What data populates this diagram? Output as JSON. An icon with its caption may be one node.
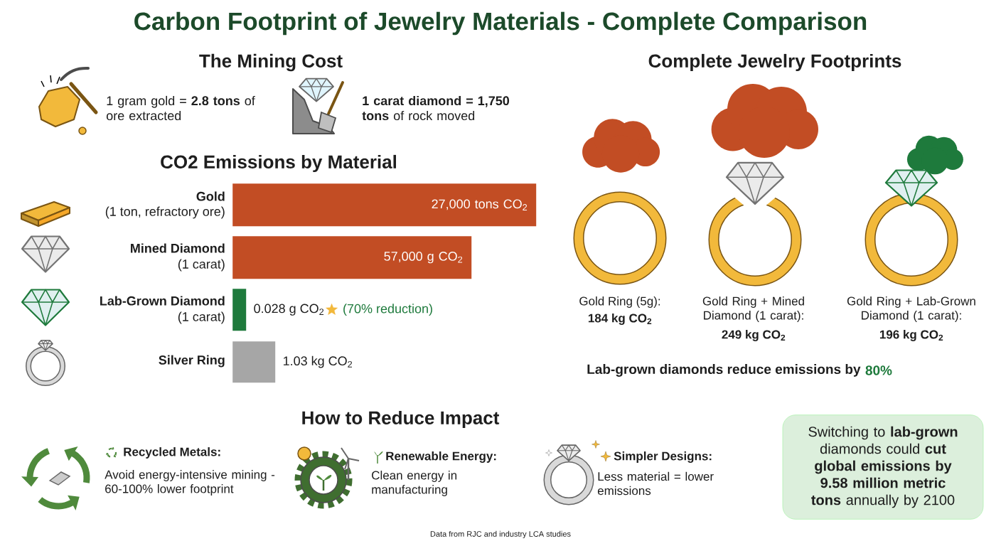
{
  "diagram": {
    "title": "Carbon Footprint of Jewelry Materials - Complete Comparison",
    "caption": "Data from RJC and industry LCA studies",
    "nodes": [
      {
        "text": [
          "27,000 tons CO$_{2}$"
        ]
      },
      {
        "text": [
          "57,000 g CO$_{2}$"
        ]
      },
      {
        "text": [],
        "shape": "bar",
        "beside": [
          "0.028 g CO$_{2}$",
          "(70% reduction)"
        ]
      },
      {
        "text": [],
        "shape": "bar",
        "beside": [
          "1.03 kg CO$_{2}$"
        ]
      },
      {
        "text": [
          "Switching to **lab-grown** diamonds could **cut global emissions by 9.58 million metric tons** annually by 2100"
        ]
      }
    ],
    "labels": [
      "The Mining Cost",
      "1 gram gold = **2.8 tons** of ore extracted",
      "**1 carat diamond = 1,750 tons** of rock moved",
      "CO2 Emissions by Material",
      "Gold",
      "(1 ton, refractory ore)",
      "Mined Diamond",
      "(1 carat)",
      "Lab-Grown Diamond",
      "(1 carat)",
      "Silver Ring",
      "Complete Jewelry Footprints",
      "Gold Ring (5g):",
      "184 kg CO$_{2}$",
      "Gold Ring + Mined Diamond (1 carat):",
      "249 kg CO$_{2}$",
      "Gold Ring + Lab-Grown Diamond (1 carat):",
      "196 kg CO$_{2}$",
      "Lab-grown diamonds reduce emissions by",
      "80%",
      "How to Reduce Impact",
      "Recycled Metals:",
      "Avoid energy-intensive mining - 60-100% lower footprint",
      "Renewable Energy:",
      "Clean energy in manufacturing",
      "Simpler Designs:",
      "Less material = lower emissions"
    ]
  }
}
